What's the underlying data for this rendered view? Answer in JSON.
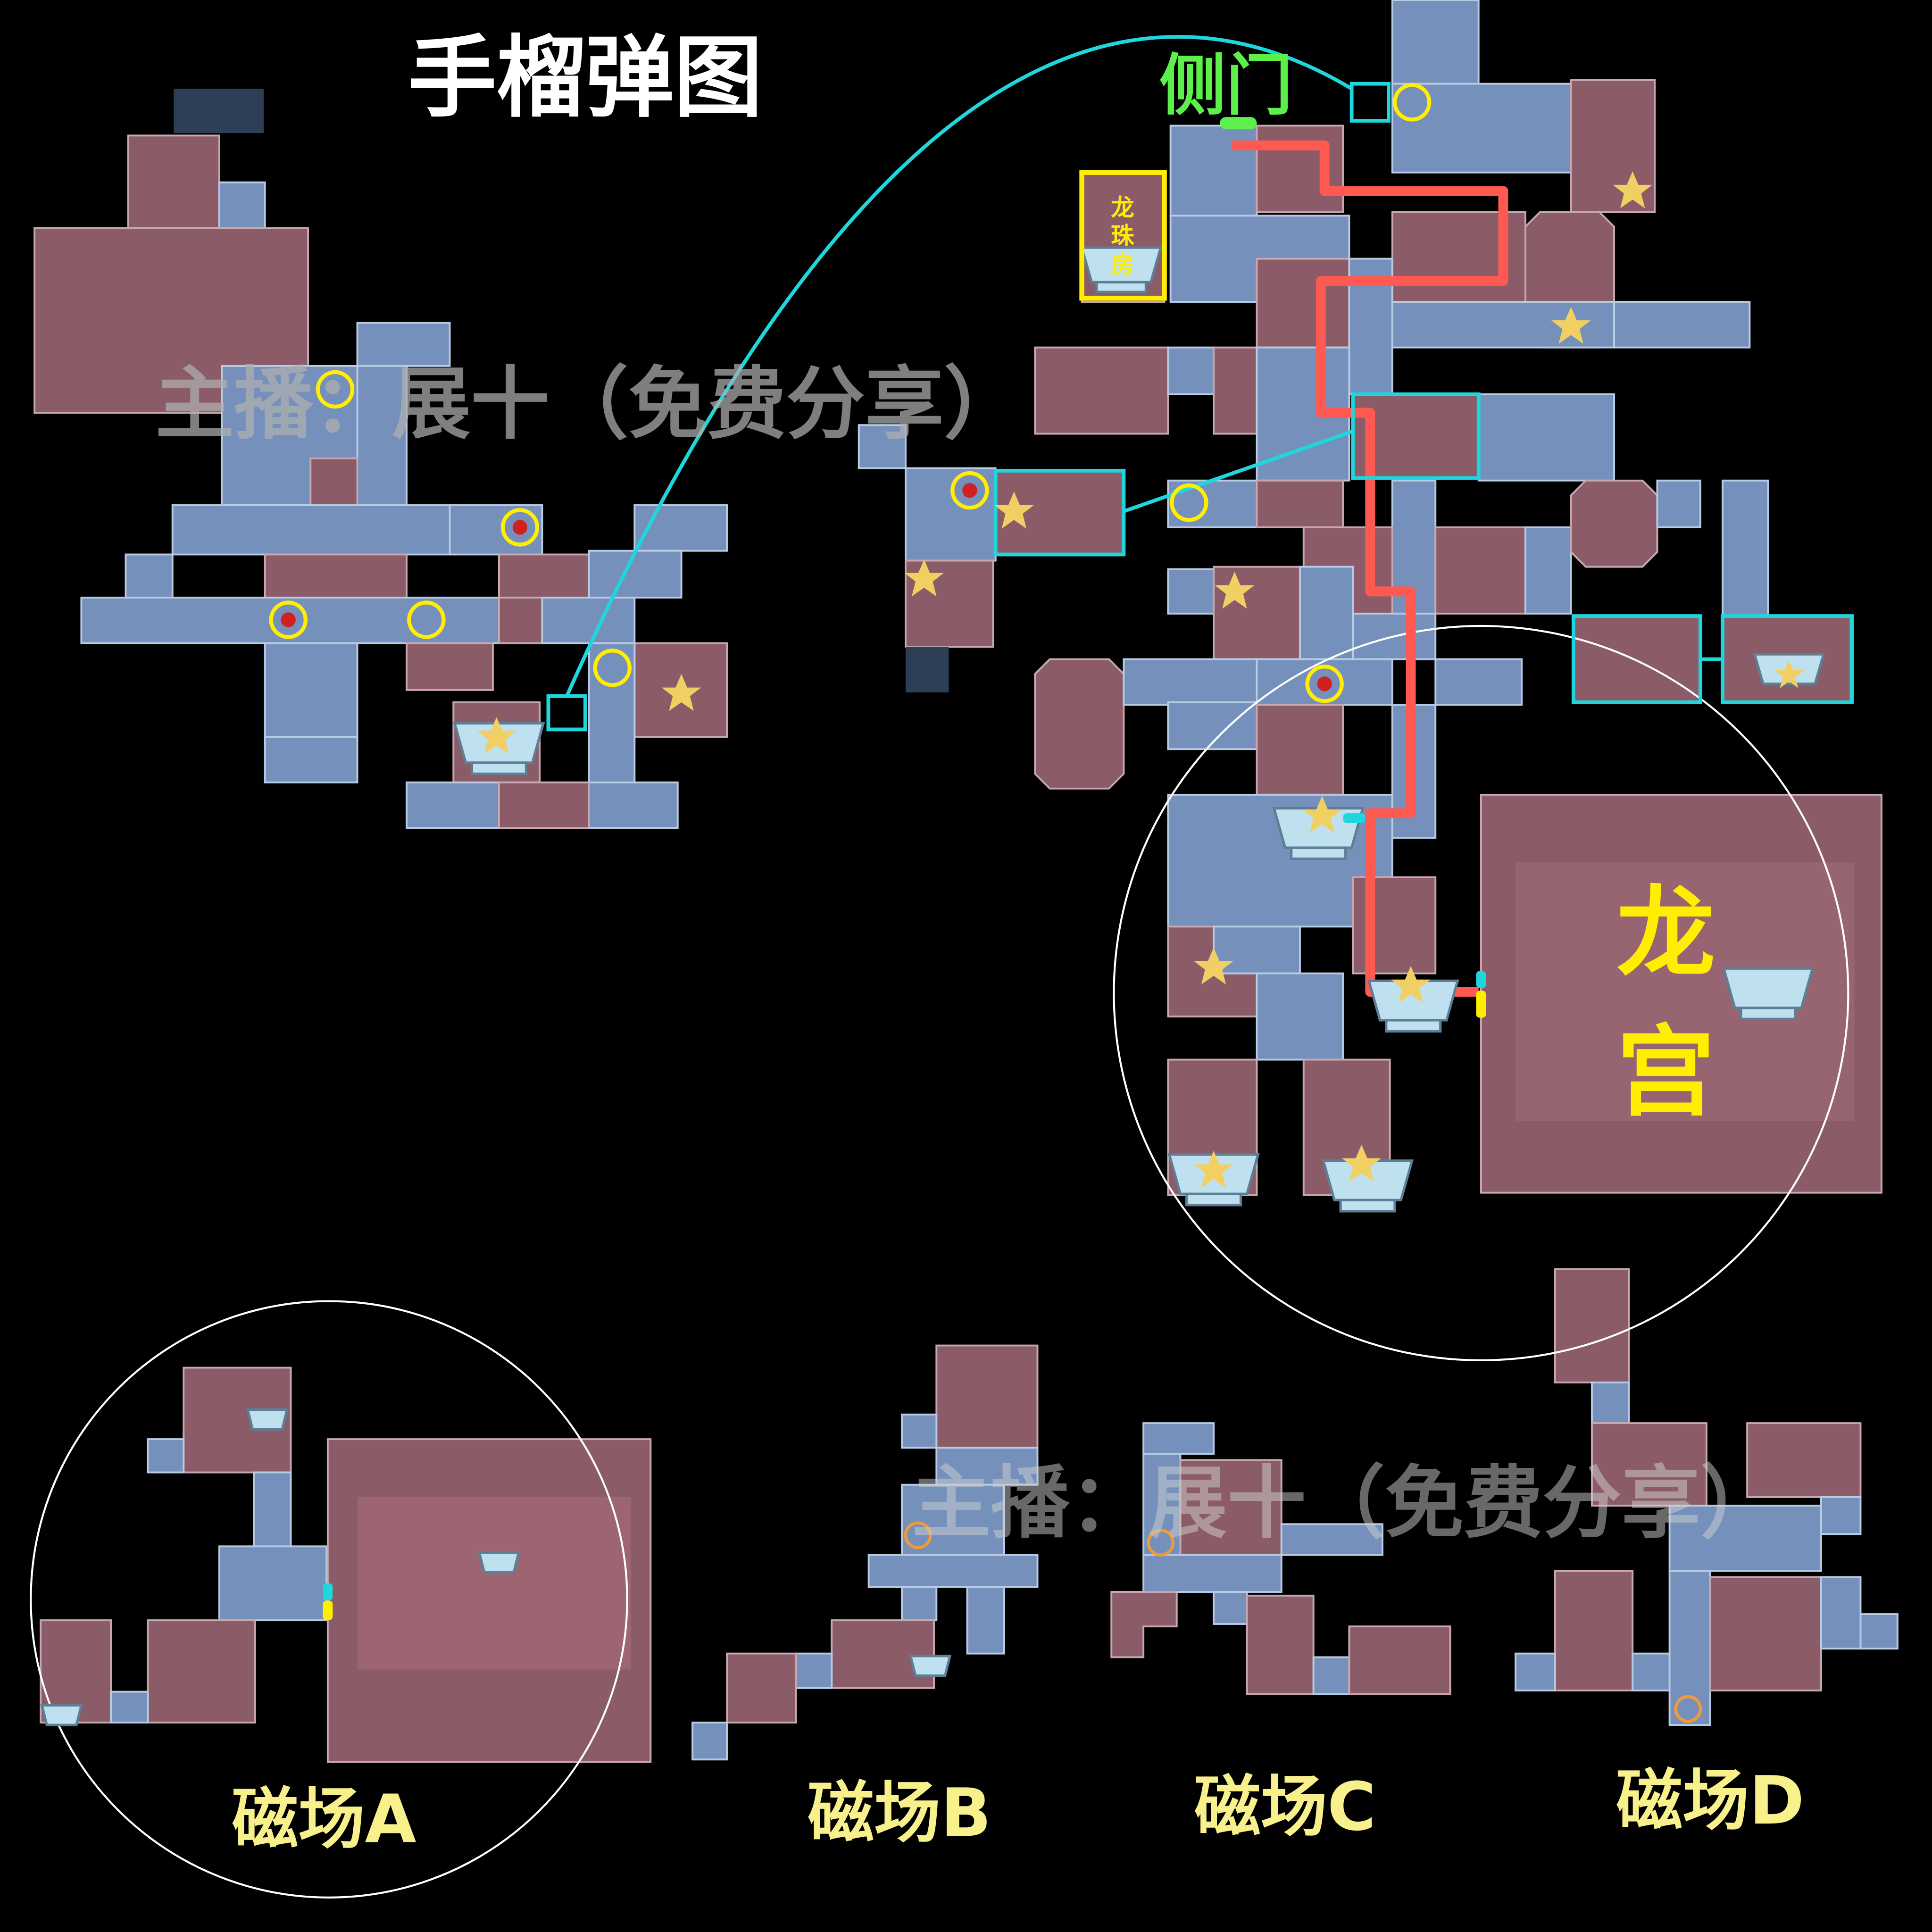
{
  "title": "手榴弹图",
  "labels": {
    "side_door": "侧门",
    "dragon_pearl_room": [
      "龙",
      "珠",
      "房"
    ],
    "dragon_palace": [
      "龙",
      "宫"
    ],
    "fields": [
      "磁场A",
      "磁场B",
      "磁场C",
      "磁场D"
    ]
  },
  "watermark": [
    "主播：展十（免费分享）",
    "主播：展十（免费分享）"
  ],
  "colors": {
    "route": "#ff5a52",
    "grenade_arc": "#1fd6dd",
    "marker": "#ffee00",
    "side_door": "#5ef04a",
    "label": "#ffee00",
    "field_label": "#f8f08a"
  },
  "legend_icons": [
    "star-icon",
    "altar-icon",
    "grenade-spot-circle",
    "red-key-icon"
  ]
}
